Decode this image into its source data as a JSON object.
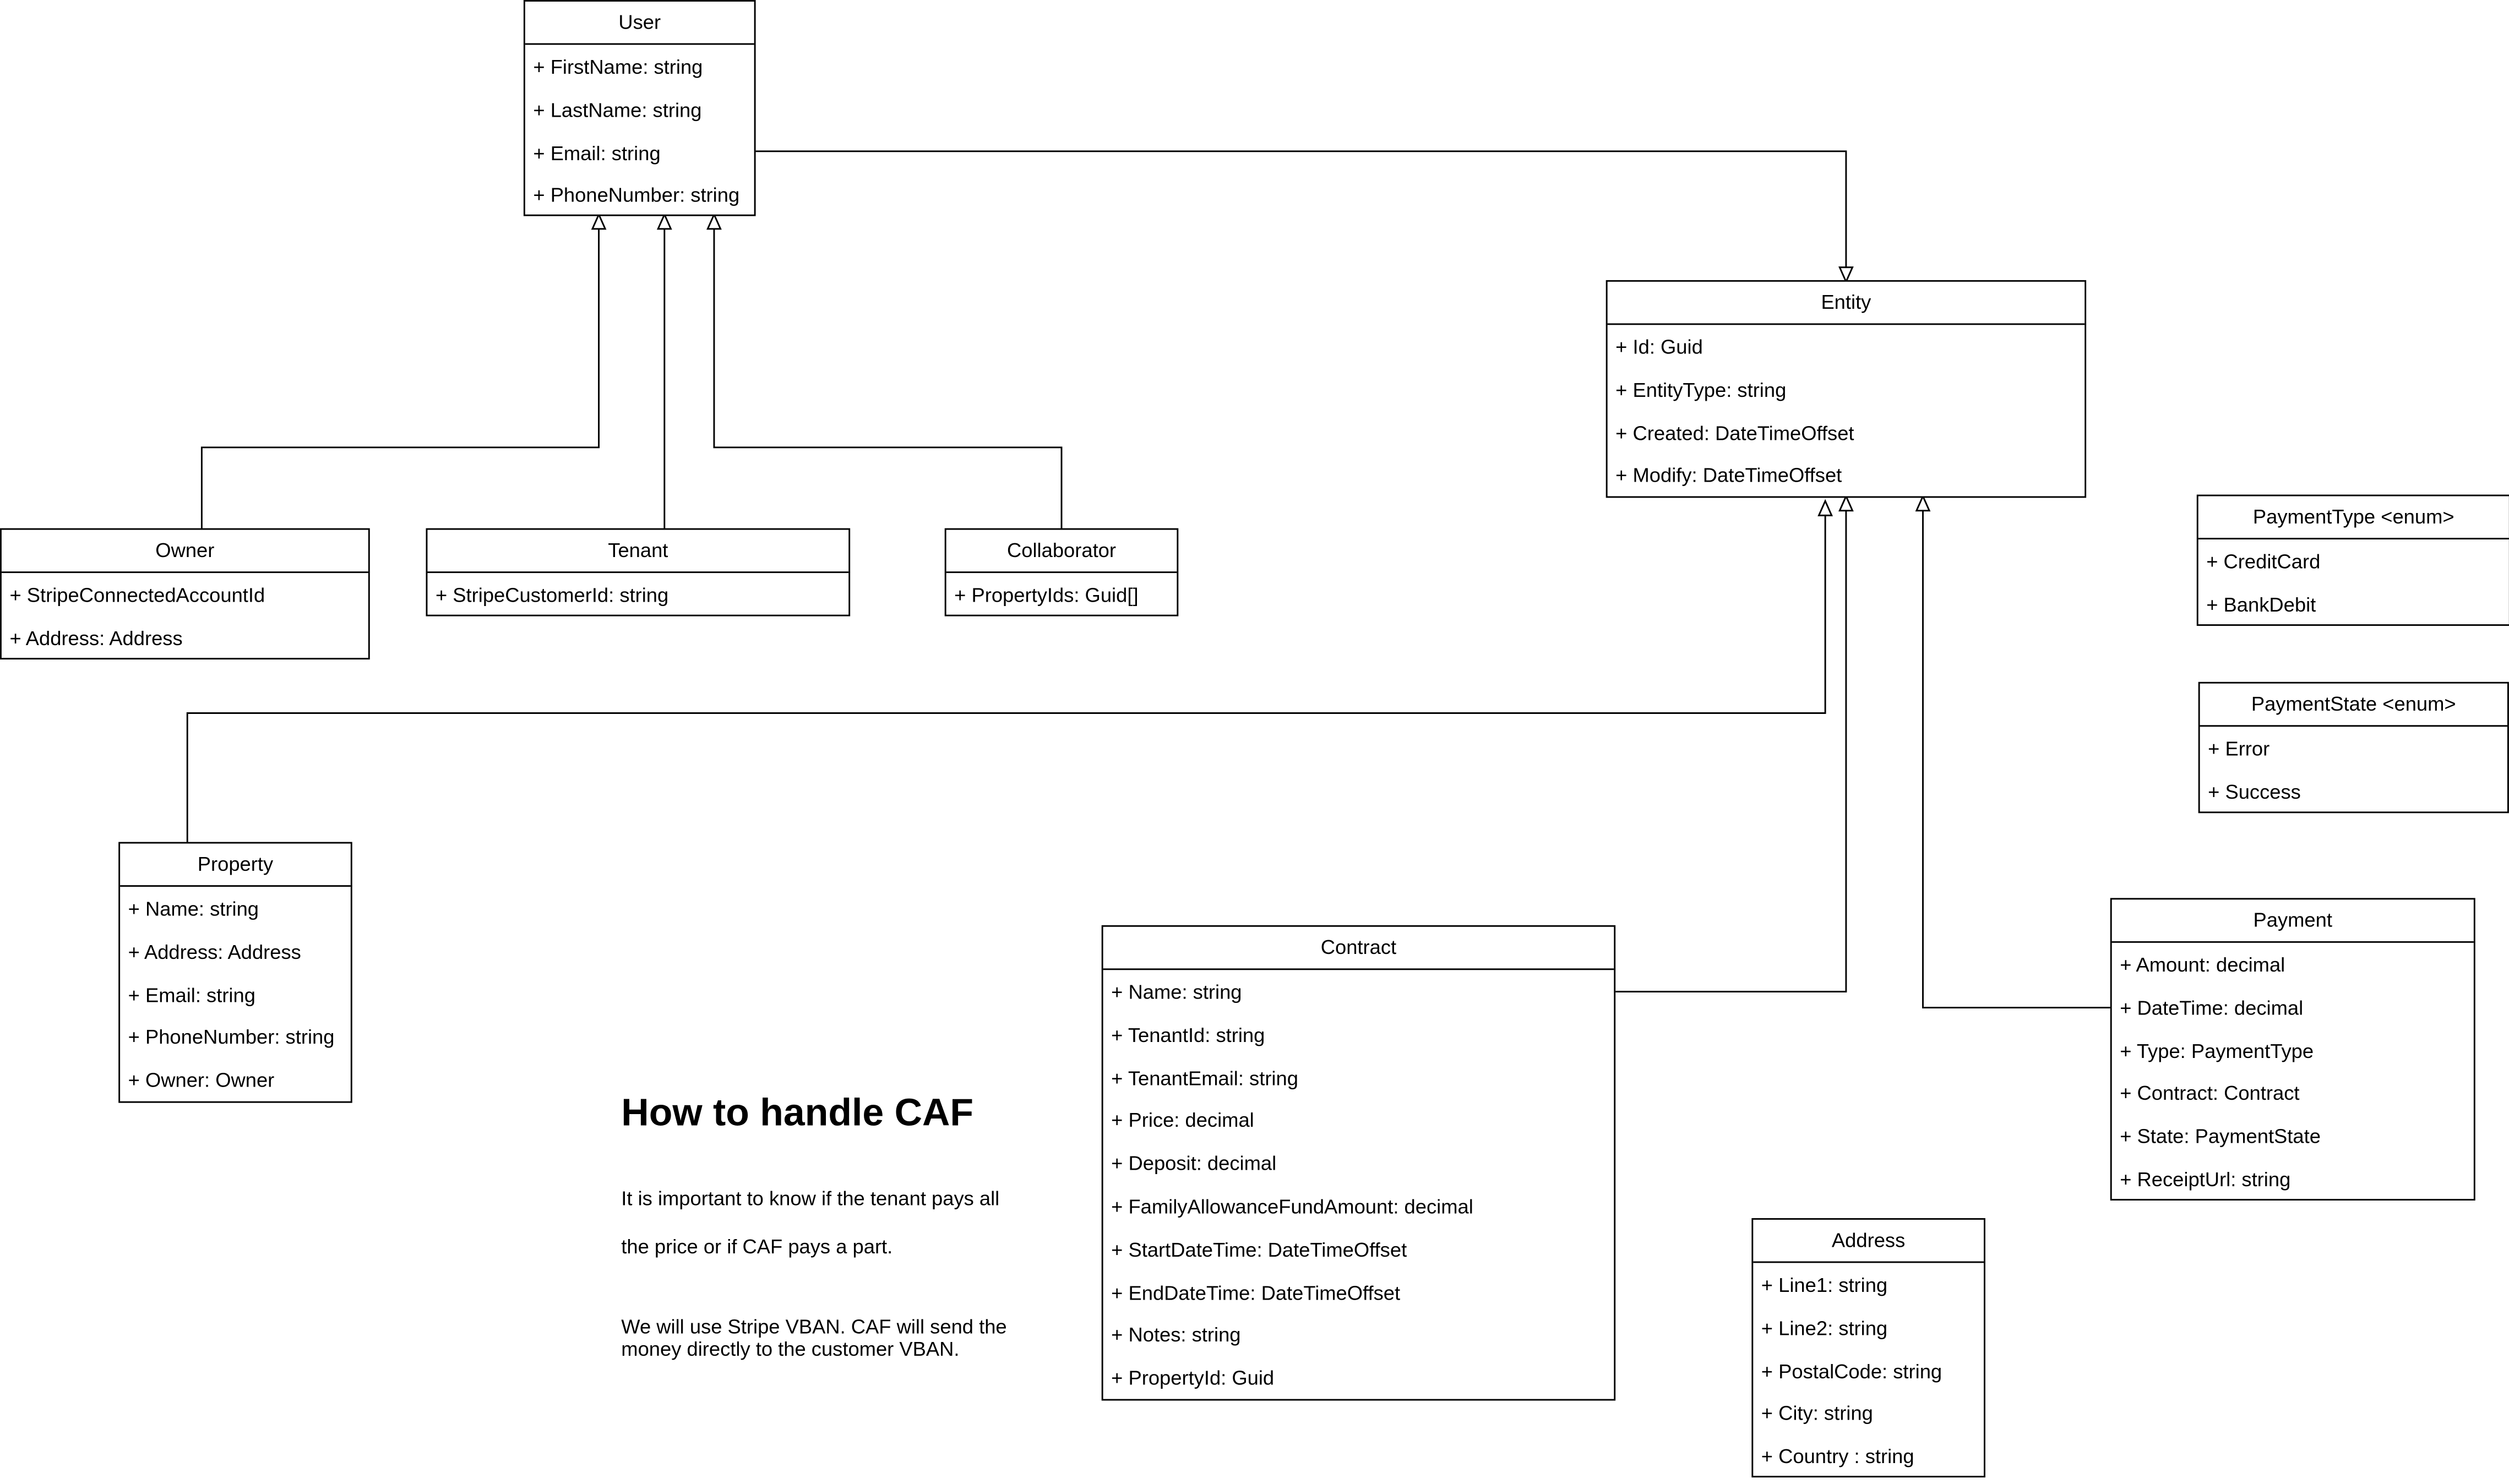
{
  "classes": {
    "user": {
      "name": "User",
      "attrs": [
        "+ FirstName: string",
        "+ LastName: string",
        "+ Email: string",
        "+ PhoneNumber: string"
      ]
    },
    "entity": {
      "name": "Entity",
      "attrs": [
        "+ Id: Guid",
        "+ EntityType: string",
        "+ Created: DateTimeOffset",
        "+ Modify: DateTimeOffset"
      ]
    },
    "owner": {
      "name": "Owner",
      "attrs": [
        "+ StripeConnectedAccountId",
        "+ Address: Address"
      ]
    },
    "tenant": {
      "name": "Tenant",
      "attrs": [
        "+ StripeCustomerId: string"
      ]
    },
    "collaborator": {
      "name": "Collaborator",
      "attrs": [
        "+ PropertyIds: Guid[]"
      ]
    },
    "payment_type": {
      "name": "PaymentType <enum>",
      "attrs": [
        "+ CreditCard",
        "+ BankDebit"
      ]
    },
    "payment_state": {
      "name": "PaymentState <enum>",
      "attrs": [
        "+ Error",
        "+ Success"
      ]
    },
    "property": {
      "name": "Property",
      "attrs": [
        "+ Name: string",
        "+ Address: Address",
        "+ Email: string",
        "+ PhoneNumber: string",
        "+ Owner: Owner"
      ]
    },
    "contract": {
      "name": "Contract",
      "attrs": [
        "+ Name: string",
        "+ TenantId: string",
        "+ TenantEmail: string",
        "+ Price: decimal",
        "+ Deposit: decimal",
        "+ FamilyAllowanceFundAmount: decimal",
        "+ StartDateTime: DateTimeOffset",
        "+ EndDateTime: DateTimeOffset",
        "+ Notes: string",
        "+ PropertyId: Guid"
      ]
    },
    "payment": {
      "name": "Payment",
      "attrs": [
        "+ Amount: decimal",
        "+ DateTime: decimal",
        "+ Type: PaymentType",
        "+ Contract: Contract",
        "+ State: PaymentState",
        "+ ReceiptUrl: string"
      ]
    },
    "address": {
      "name": "Address",
      "attrs": [
        "+ Line1: string",
        "+ Line2: string",
        "+ PostalCode: string",
        "+ City: string",
        "+ Country : string"
      ]
    }
  },
  "note": {
    "title": "How to handle CAF",
    "line1": "It is important to know if the tenant pays all",
    "line2": "the price or if CAF pays a part.",
    "line3": "We will use Stripe VBAN. CAF will send the",
    "line4": "money directly to the customer VBAN."
  },
  "colors": {
    "line": "#000000",
    "background": "#ffffff"
  }
}
